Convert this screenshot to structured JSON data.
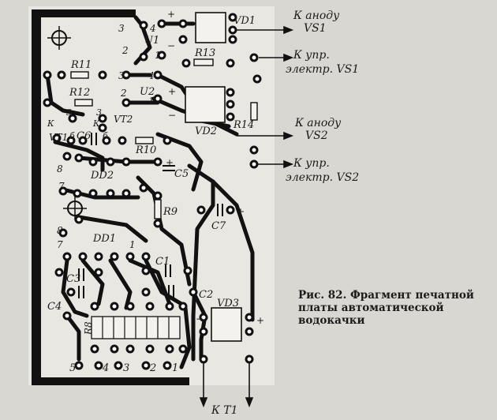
{
  "caption": {
    "line1": "Рис. 82. Фрагмент печатной",
    "line2": "платы автоматической",
    "line3": "водокачки"
  },
  "outputs": {
    "anode_vs1_1": "К аноду",
    "anode_vs1_2": "VS1",
    "ctrl_vs1_1": "К упр.",
    "ctrl_vs1_2": "электр. VS1",
    "anode_vs2_1": "К аноду",
    "anode_vs2_2": "VS2",
    "ctrl_vs2_1": "К упр.",
    "ctrl_vs2_2": "электр. VS2",
    "kt1": "К Т1"
  },
  "components": {
    "vd1": "VD1",
    "vd2": "VD2",
    "vd3": "VD3",
    "u1": "U1",
    "u2": "U2",
    "r8": "R8",
    "r9": "R9",
    "r10": "R10",
    "r11": "R11",
    "r12": "R12",
    "r13": "R13",
    "r14": "R14",
    "c1": "C1",
    "c2": "C2",
    "c3": "C3",
    "c4": "C4",
    "c5": "C5",
    "c6": "C6",
    "c7": "C7",
    "vt1": "VT1",
    "vt2": "VT2",
    "dd1": "DD1",
    "dd2": "DD2"
  },
  "pins": {
    "u1_3": "3",
    "u1_4": "4",
    "u1_2": "2",
    "u1_1": "1",
    "u2_3": "3",
    "u2_4": "4",
    "u2_2": "2",
    "u2_1": "1",
    "vt2_3a": "3",
    "vt2_3b": "3",
    "vt2_k": "К",
    "vt2_k2": "К",
    "vt1_b": "б",
    "vt1_b2": "б",
    "dd2_8": "8",
    "dd2_7": "7",
    "dd1_8": "8",
    "dd1_7": "7",
    "dd1_1": "1",
    "con_5": "5",
    "con_4": "4",
    "con_3": "3",
    "con_2": "2",
    "con_1": "1"
  },
  "polarity": {
    "plus": "+",
    "minus": "−"
  }
}
